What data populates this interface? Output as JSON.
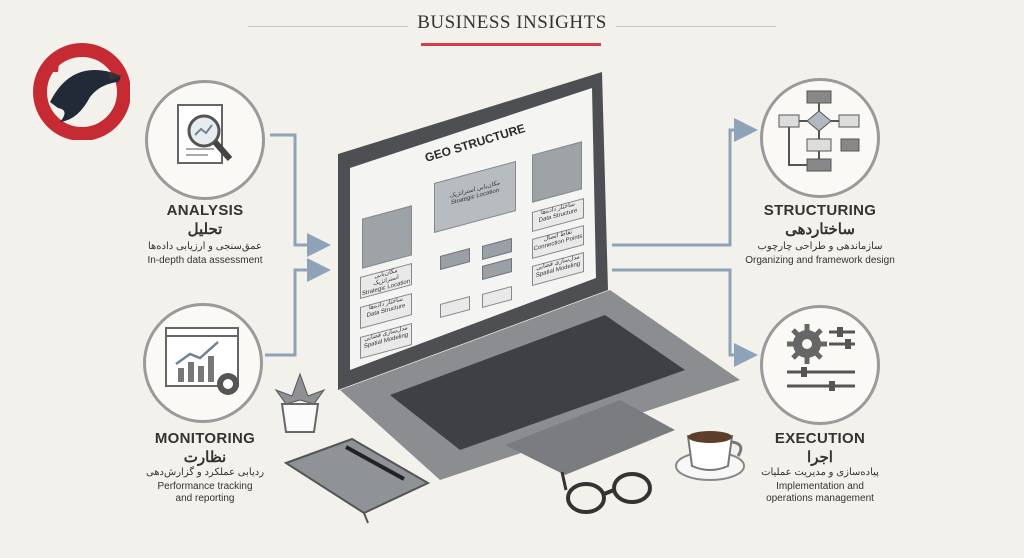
{
  "header": {
    "title": "BUSINESS INSIGHTS"
  },
  "screen": {
    "title": "GEO STRUCTURE",
    "top_box": {
      "fa": "مکان‌یابی استراتژیک",
      "en": "Strategic Location"
    },
    "right_items": [
      {
        "fa": "ساختار داده‌ها",
        "en": "Data Structure"
      },
      {
        "fa": "نقاط اتصال",
        "en": "Connection Points"
      },
      {
        "fa": "مدل‌سازی فضایی",
        "en": "Spatial Modeling"
      }
    ],
    "left_items": [
      {
        "fa": "مکان‌یابی استراتژیک",
        "en": "Strategic Location"
      },
      {
        "fa": "ساختار داده‌ها",
        "en": "Data Structure"
      },
      {
        "fa": "مدل‌سازی فضایی",
        "en": "Spatial Modeling"
      }
    ]
  },
  "blocks": {
    "analysis": {
      "title": "ANALYSIS",
      "fa": "تحلیل",
      "sub_fa": "عمق‌سنجی و ارزیابی داده‌ها",
      "sub_en": "In-depth data assessment"
    },
    "monitoring": {
      "title": "MONITORING",
      "fa": "نظارت",
      "sub_fa": "ردیابی عملکرد و گزارش‌دهی",
      "sub_en_1": "Performance tracking",
      "sub_en_2": "and reporting"
    },
    "structuring": {
      "title": "STRUCTURING",
      "fa": "ساختاردهی",
      "sub_fa": "سازماندهی و طراحی چارچوب",
      "sub_en": "Organizing and framework design"
    },
    "execution": {
      "title": "EXECUTION",
      "fa": "اجرا",
      "sub_fa": "پیاده‌سازی و مدیریت عملیات",
      "sub_en_1": "Implementation and",
      "sub_en_2": "operations management"
    }
  },
  "colors": {
    "accent_red": "#d6404a",
    "arrow": "#8fa3b8",
    "laptop": "#6b6d70"
  }
}
